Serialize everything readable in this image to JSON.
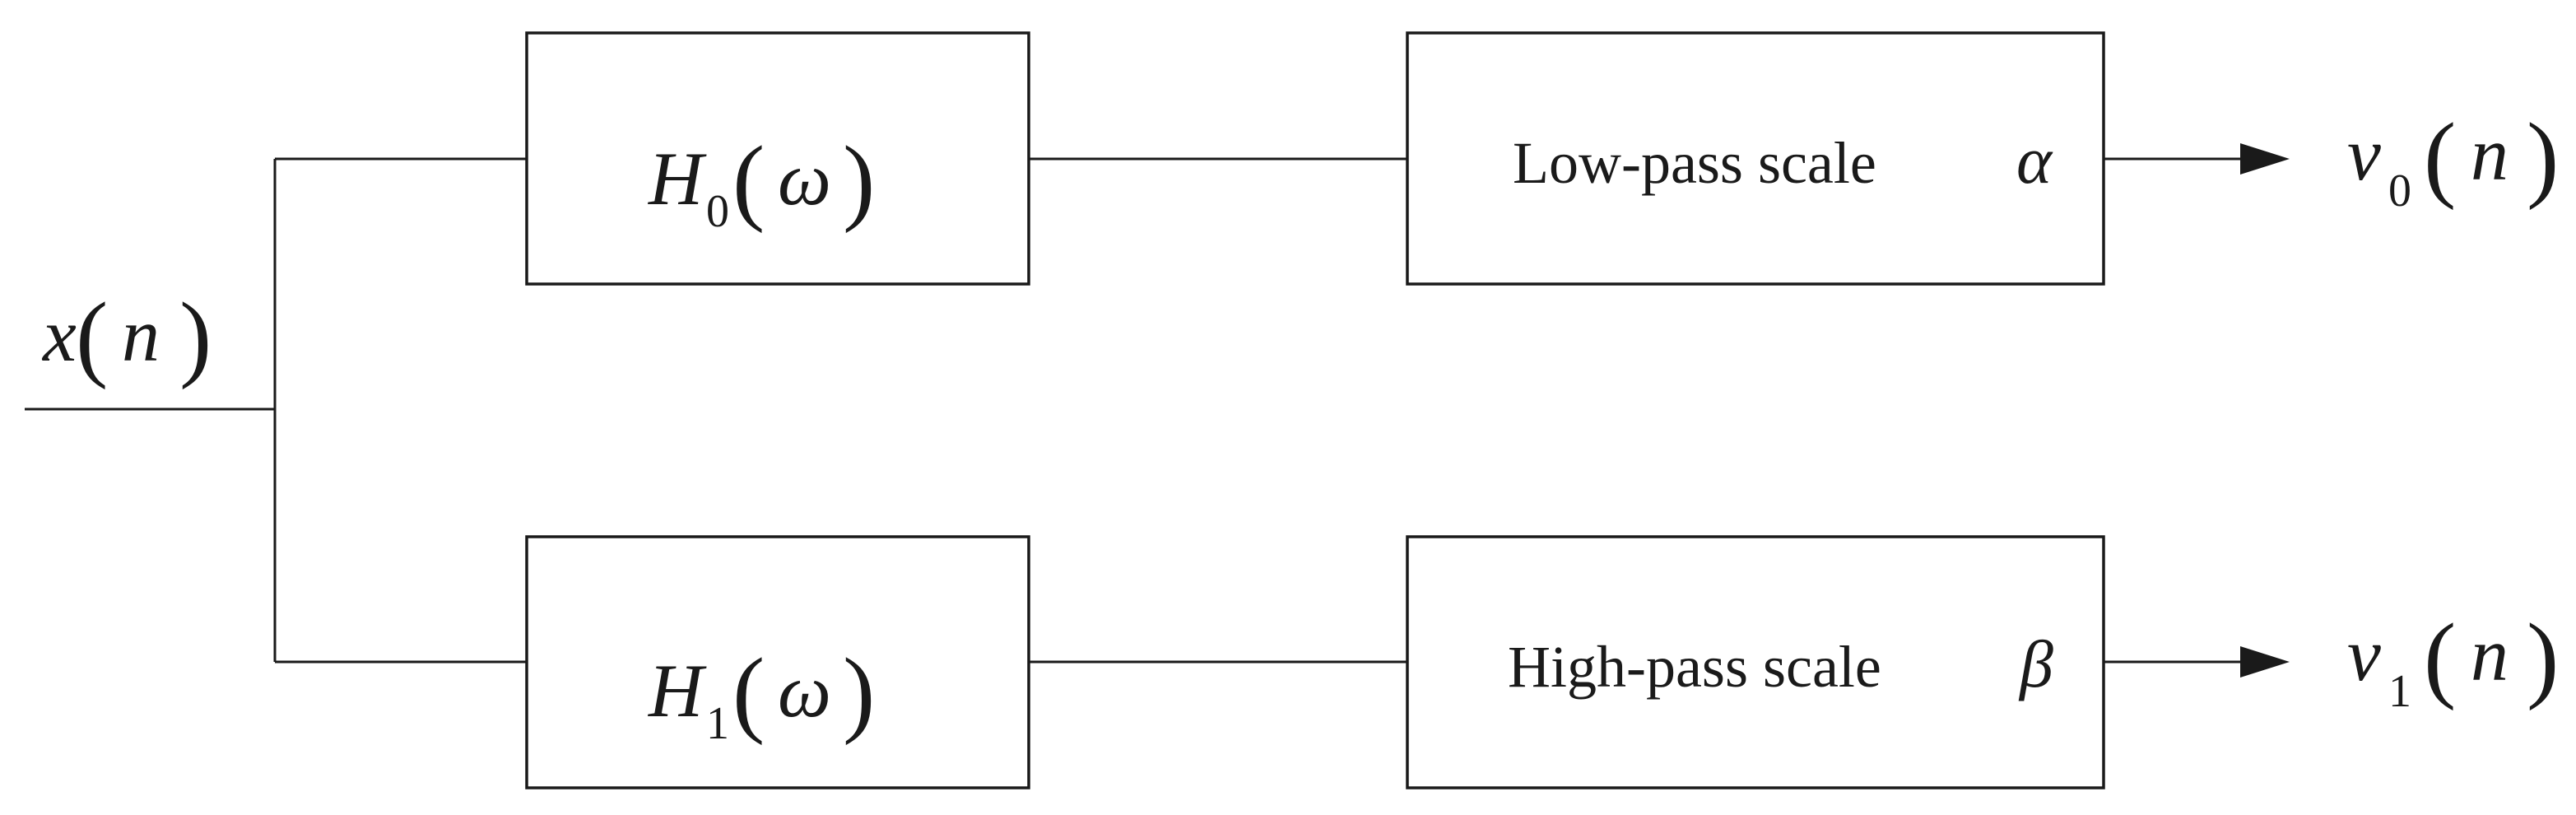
{
  "diagram": {
    "input": {
      "var": "x",
      "arg": "n"
    },
    "filters": [
      {
        "symbol": "H",
        "subscript": "0",
        "arg": "ω"
      },
      {
        "symbol": "H",
        "subscript": "1",
        "arg": "ω"
      }
    ],
    "scalers": [
      {
        "label": "Low-pass scale",
        "symbol": "α"
      },
      {
        "label": "High-pass scale",
        "symbol": "β"
      }
    ],
    "outputs": [
      {
        "var": "v",
        "subscript": "0",
        "arg": "n"
      },
      {
        "var": "v",
        "subscript": "1",
        "arg": "n"
      }
    ]
  }
}
